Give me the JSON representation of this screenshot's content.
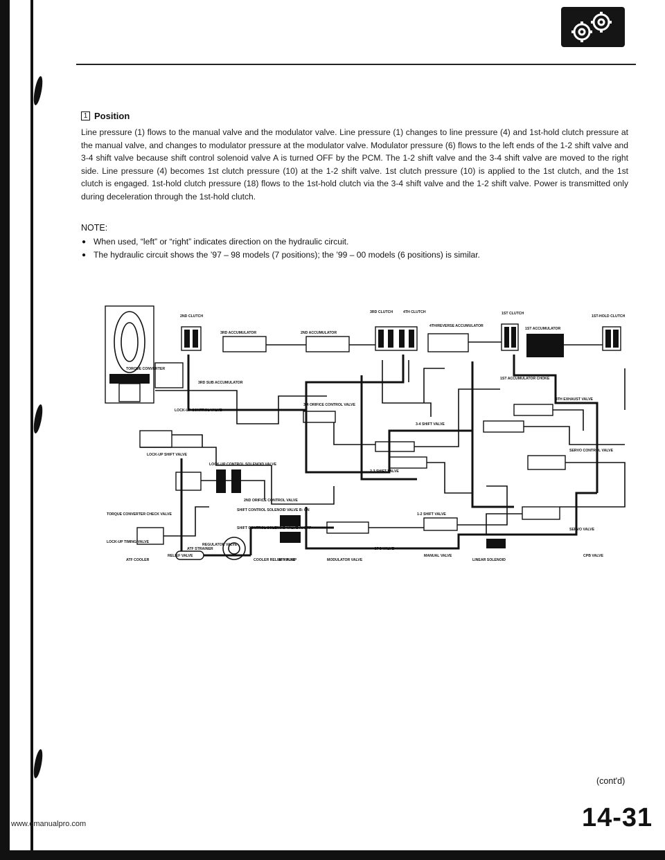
{
  "section": {
    "heading_symbol": "1",
    "heading_label": "Position"
  },
  "body": {
    "paragraph": "Line pressure (1) flows to the manual valve and the modulator valve. Line pressure (1) changes to line pressure (4) and 1st-hold clutch pressure at the manual valve, and changes to modulator pressure at the modulator valve. Modulator pressure (6) flows to the left ends of the 1-2 shift valve and 3-4 shift valve because shift control solenoid valve A is turned OFF by the PCM. The 1-2 shift valve and the 3-4 shift valve are moved to the right side. Line pressure (4) becomes 1st clutch pressure (10) at the 1-2 shift valve. 1st clutch pressure (10) is applied to the 1st clutch, and the 1st clutch is engaged. 1st-hold clutch pressure (18) flows to the 1st-hold clutch via the 3-4 shift valve and the 1-2 shift valve. Power is transmitted only during deceleration through the 1st-hold clutch.",
    "note_title": "NOTE:",
    "notes": [
      "When used, “left” or “right” indicates direction on the hydraulic circuit.",
      "The hydraulic circuit shows the ’97 – 98 models (7 positions); the ’99 – 00 models (6 positions) is similar."
    ]
  },
  "diagram": {
    "labels": {
      "second_clutch": "2ND CLUTCH",
      "third_accumulator": "3RD ACCUMULATOR",
      "second_accumulator": "2ND ACCUMULATOR",
      "third_clutch": "3RD CLUTCH",
      "fourth_clutch": "4TH CLUTCH",
      "fourth_reverse_accumulator": "4TH/REVERSE ACCUMULATOR",
      "first_clutch": "1ST CLUTCH",
      "first_accumulator": "1ST ACCUMULATOR",
      "first_hold_clutch": "1ST-HOLD CLUTCH",
      "torque_converter": "TORQUE CONVERTER",
      "third_sub_accumulator": "3RD SUB ACCUMULATOR",
      "lockup_control_valve": "LOCK-UP CONTROL VALVE",
      "lockup_shift_valve": "LOCK-UP SHIFT VALVE",
      "three_four_orifice_control_valve": "3-4 ORIFICE CONTROL VALVE",
      "three_four_shift_valve": "3-4 SHIFT VALVE",
      "first_accumulator_choke": "1ST ACCUMULATOR CHOKE",
      "fourth_exhaust_valve": "4TH EXHAUST VALVE",
      "servo_control_valve": "SERVO CONTROL VALVE",
      "lockup_control_solenoid_valve": "LOCK-UP CONTROL SOLENOID VALVE",
      "two_three_shift_valve": "2-3 SHIFT VALVE",
      "second_orifice_control_valve": "2ND ORIFICE CONTROL VALVE",
      "torque_converter_check_valve": "TORQUE CONVERTER CHECK VALVE",
      "shift_control_solenoid_b": "SHIFT CONTROL SOLENOID VALVE B: ON",
      "shift_control_solenoid_a": "SHIFT CONTROL SOLENOID VALVE A: OFF",
      "one_two_shift_valve": "1-2 SHIFT VALVE",
      "servo_valve": "SERVO VALVE",
      "relief_valve": "RELIEF VALVE",
      "cpc_valve": "CPC VALVE",
      "lockup_timing_valve": "LOCK-UP TIMING VALVE",
      "regulator_valve": "REGULATOR VALVE",
      "cpb_valve": "CPB VALVE",
      "manual_valve": "MANUAL VALVE",
      "cooler_relief_valve": "COOLER RELIEF VALVE",
      "atf_cooler": "ATF COOLER",
      "atf_strainer": "ATF STRAINER",
      "atf_pump": "ATF PUMP",
      "modulator_valve": "MODULATOR VALVE",
      "linear_solenoid": "LINEAR SOLENOID"
    }
  },
  "footer": {
    "contd": "(cont'd)",
    "page_number": "14-31",
    "url": "www.emanualpro.com"
  }
}
